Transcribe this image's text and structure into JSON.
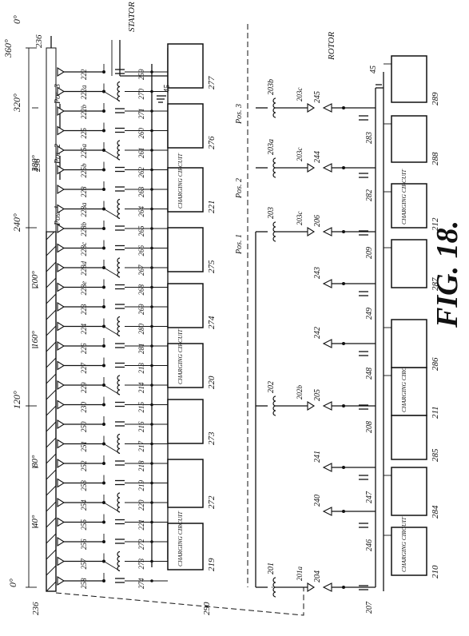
{
  "figure": {
    "title": "FIG. 18.",
    "section_stator": "STATOR",
    "section_rotor": "ROTOR"
  },
  "scale": {
    "ticks": [
      {
        "label": "0°",
        "deg": 0
      },
      {
        "label": "40°",
        "deg": 40
      },
      {
        "label": "80°",
        "deg": 80
      },
      {
        "label": "120°",
        "deg": 120
      },
      {
        "label": "160°",
        "deg": 160
      },
      {
        "label": "200°",
        "deg": 200
      },
      {
        "label": "240°",
        "deg": 240
      },
      {
        "label": "280°",
        "deg": 280
      },
      {
        "label": "320°",
        "deg": 320
      },
      {
        "label": "360°",
        "deg": 360
      }
    ],
    "top_zero": "0°"
  },
  "positions": {
    "stator": [
      "Pos. 1",
      "Pos. 2",
      "Pos. 3"
    ],
    "rotor": [
      "Pos. 1",
      "Pos. 2",
      "Pos. 3"
    ]
  },
  "stator_refs": {
    "bar": "236",
    "bar_top": "236",
    "bar_left": "236",
    "ground_top": "45",
    "link": "290",
    "contact_labels": [
      "222",
      "222a",
      "222b",
      "225",
      "225a",
      "225b",
      "228",
      "228a",
      "228b",
      "228c",
      "228d",
      "228e",
      "223",
      "224",
      "226",
      "227",
      "229",
      "230",
      "250",
      "251",
      "252",
      "253",
      "254",
      "255",
      "256",
      "257",
      "258",
      "259",
      "270",
      "271",
      "260",
      "261",
      "262",
      "263",
      "264",
      "265",
      "266",
      "267",
      "268",
      "269",
      "280",
      "281",
      "213",
      "214",
      "215",
      "216",
      "217",
      "218",
      "219",
      "220",
      "221",
      "272",
      "273",
      "274",
      "275",
      "276",
      "277"
    ],
    "charging_circuit": "CHARGING CIRCUIT"
  },
  "rotor_refs": {
    "coils": [
      "201",
      "202",
      "203",
      "203a",
      "203b"
    ],
    "arrows": [
      "201a",
      "202b",
      "203c",
      "203c",
      "203c"
    ],
    "contacts": [
      "204",
      "205",
      "206",
      "240",
      "241",
      "242",
      "243",
      "244",
      "245"
    ],
    "caps": [
      "207",
      "208",
      "209",
      "246",
      "247",
      "248",
      "249",
      "282",
      "283"
    ],
    "boxes": [
      "210",
      "211",
      "212",
      "284",
      "285",
      "286",
      "287",
      "288",
      "289"
    ],
    "ground": "45"
  }
}
